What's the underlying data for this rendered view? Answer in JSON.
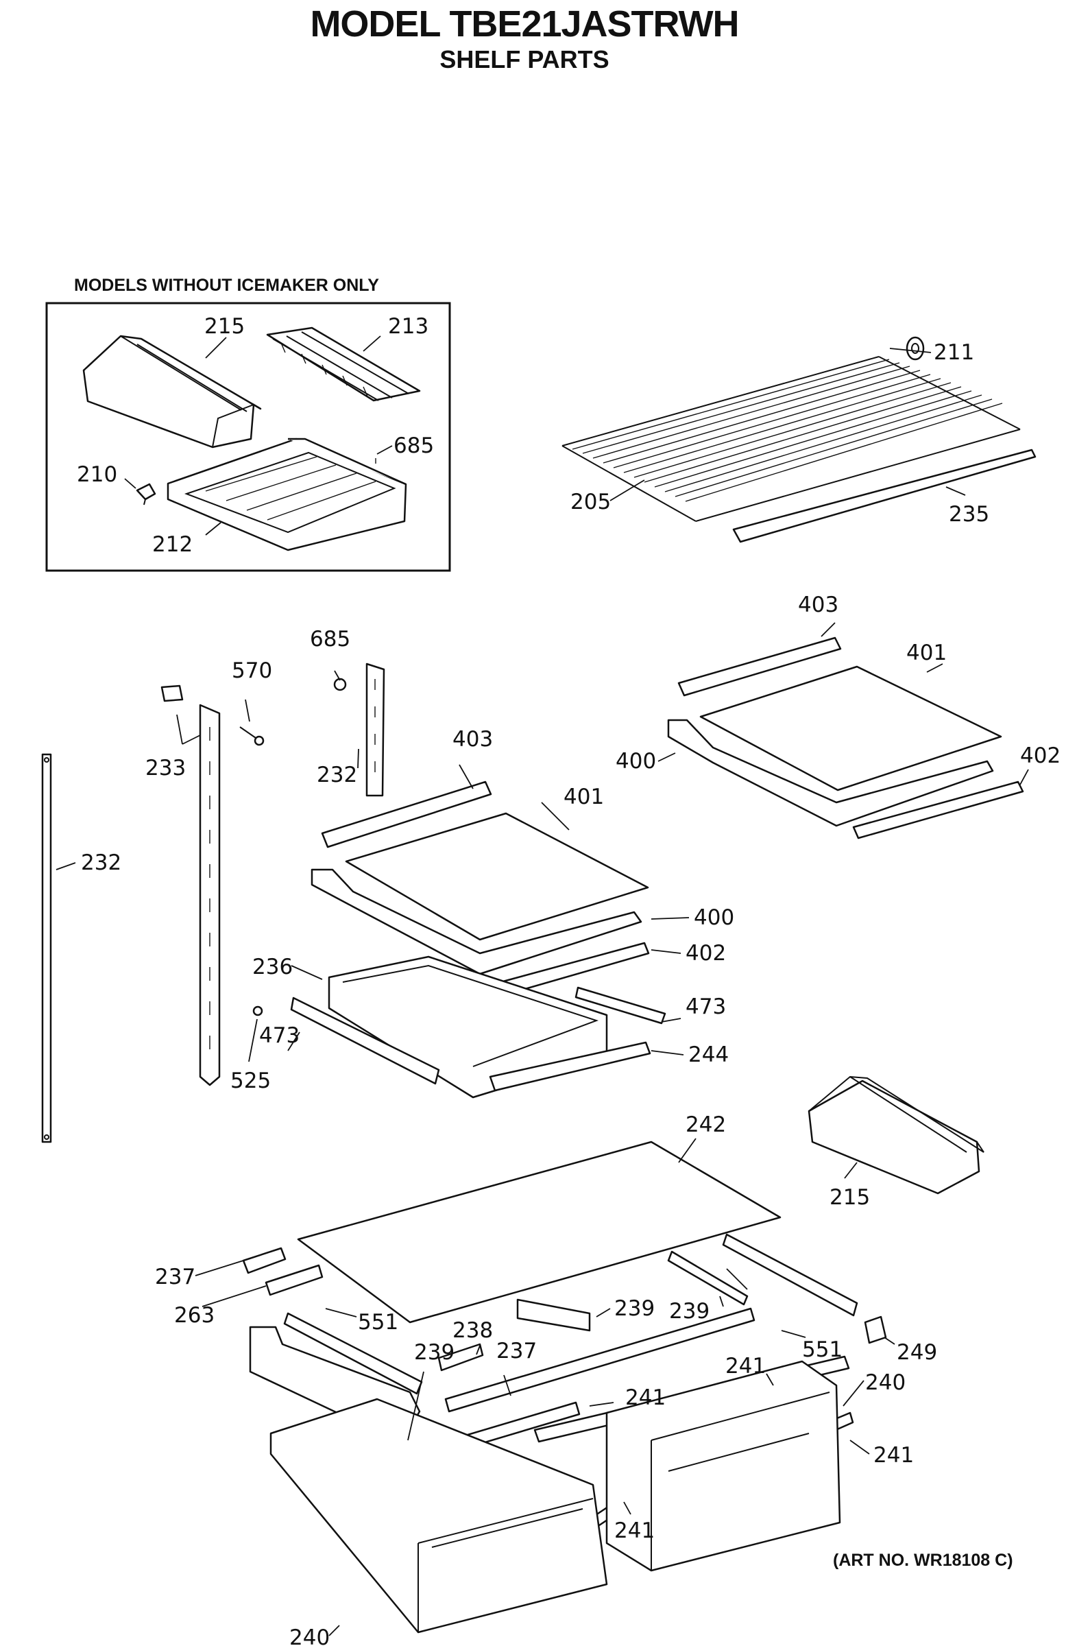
{
  "title": "MODEL TBE21JASTRWH",
  "subtitle": "SHELF PARTS",
  "inset_caption": "MODELS WITHOUT ICEMAKER ONLY",
  "art_number": "(ART NO. WR18108 C)",
  "callouts": {
    "c215a": "215",
    "c213": "213",
    "c685a": "685",
    "c210": "210",
    "c212": "212",
    "c211": "211",
    "c205": "205",
    "c235": "235",
    "c403r": "403",
    "c401r": "401",
    "c400r": "400",
    "c402r": "402",
    "c685b": "685",
    "c570": "570",
    "c233": "233",
    "c232a": "232",
    "c232b": "232",
    "c403c": "403",
    "c401c": "401",
    "c400c": "400",
    "c402c": "402",
    "c236": "236",
    "c473a": "473",
    "c473b": "473",
    "c525": "525",
    "c244": "244",
    "c242": "242",
    "c215b": "215",
    "c237a": "237",
    "c263": "263",
    "c551a": "551",
    "c239a": "239",
    "c239b": "239",
    "c551b": "551",
    "c249": "249",
    "c238": "238",
    "c237b": "237",
    "c239c": "239",
    "c241a": "241",
    "c241b": "241",
    "c240a": "240",
    "c241c": "241",
    "c241d": "241",
    "c240b": "240"
  }
}
